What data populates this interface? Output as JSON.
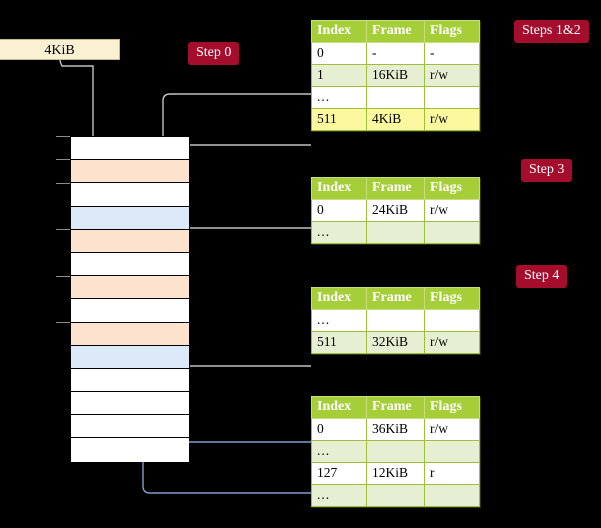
{
  "diagram": {
    "title_badges": [
      {
        "id": "steps-1-2",
        "label": "Steps 1&2"
      },
      {
        "id": "step-3",
        "label": "Step 3"
      },
      {
        "id": "step-4",
        "label": "Step 4"
      },
      {
        "id": "step-0",
        "label": "Step 0"
      }
    ],
    "source_box": {
      "label": "4KiB"
    },
    "columns": [
      "Index",
      "Frame",
      "Flags"
    ],
    "tables": [
      {
        "id": "pml4-table",
        "step_badge": "Steps 1&2",
        "header": [
          "Index",
          "Frame",
          "Flags"
        ],
        "rows": [
          {
            "style": "white",
            "index": "0",
            "frame": "-",
            "flags": "-"
          },
          {
            "style": "green",
            "index": "1",
            "frame": "16KiB",
            "flags": "r/w"
          },
          {
            "style": "white",
            "index": "...",
            "frame": "",
            "flags": ""
          },
          {
            "style": "yellow",
            "index": "511",
            "frame": "4KiB",
            "flags": "r/w"
          }
        ]
      },
      {
        "id": "pdp-table",
        "step_badge": "Step 3",
        "header": [
          "Index",
          "Frame",
          "Flags"
        ],
        "rows": [
          {
            "style": "white",
            "index": "0",
            "frame": "24KiB",
            "flags": "r/w"
          },
          {
            "style": "green",
            "index": "...",
            "frame": "",
            "flags": ""
          }
        ]
      },
      {
        "id": "pd-table",
        "step_badge": "Step 4",
        "header": [
          "Index",
          "Frame",
          "Flags"
        ],
        "rows": [
          {
            "style": "white",
            "index": "...",
            "frame": "",
            "flags": ""
          },
          {
            "style": "green",
            "index": "511",
            "frame": "32KiB",
            "flags": "r/w"
          }
        ]
      },
      {
        "id": "pt-table",
        "step_badge": "",
        "header": [
          "Index",
          "Frame",
          "Flags"
        ],
        "rows": [
          {
            "style": "white",
            "index": "0",
            "frame": "36KiB",
            "flags": "r/w"
          },
          {
            "style": "green",
            "index": "...",
            "frame": "",
            "flags": ""
          },
          {
            "style": "white",
            "index": "127",
            "frame": "12KiB",
            "flags": "r"
          },
          {
            "style": "green",
            "index": "...",
            "frame": "",
            "flags": ""
          }
        ]
      }
    ],
    "memory_rows": [
      {
        "fill": "white"
      },
      {
        "fill": "peach"
      },
      {
        "fill": "white"
      },
      {
        "fill": "blue"
      },
      {
        "fill": "peach"
      },
      {
        "fill": "white"
      },
      {
        "fill": "peach"
      },
      {
        "fill": "white"
      },
      {
        "fill": "peach"
      },
      {
        "fill": "blue"
      },
      {
        "fill": "white"
      },
      {
        "fill": "white"
      },
      {
        "fill": "white"
      },
      {
        "fill": "white"
      }
    ],
    "colors": {
      "badge": "#a50d2d",
      "header_green": "#a6ce39",
      "row_green": "#e7efd3",
      "row_yellow": "#fbf8a0",
      "source_box": "#faf0d2",
      "mem_peach": "#fde3cd",
      "mem_blue": "#dce9f8",
      "wire_gray": "#b5b5b5",
      "wire_blue": "#7d9fd0",
      "background": "#000000"
    }
  }
}
